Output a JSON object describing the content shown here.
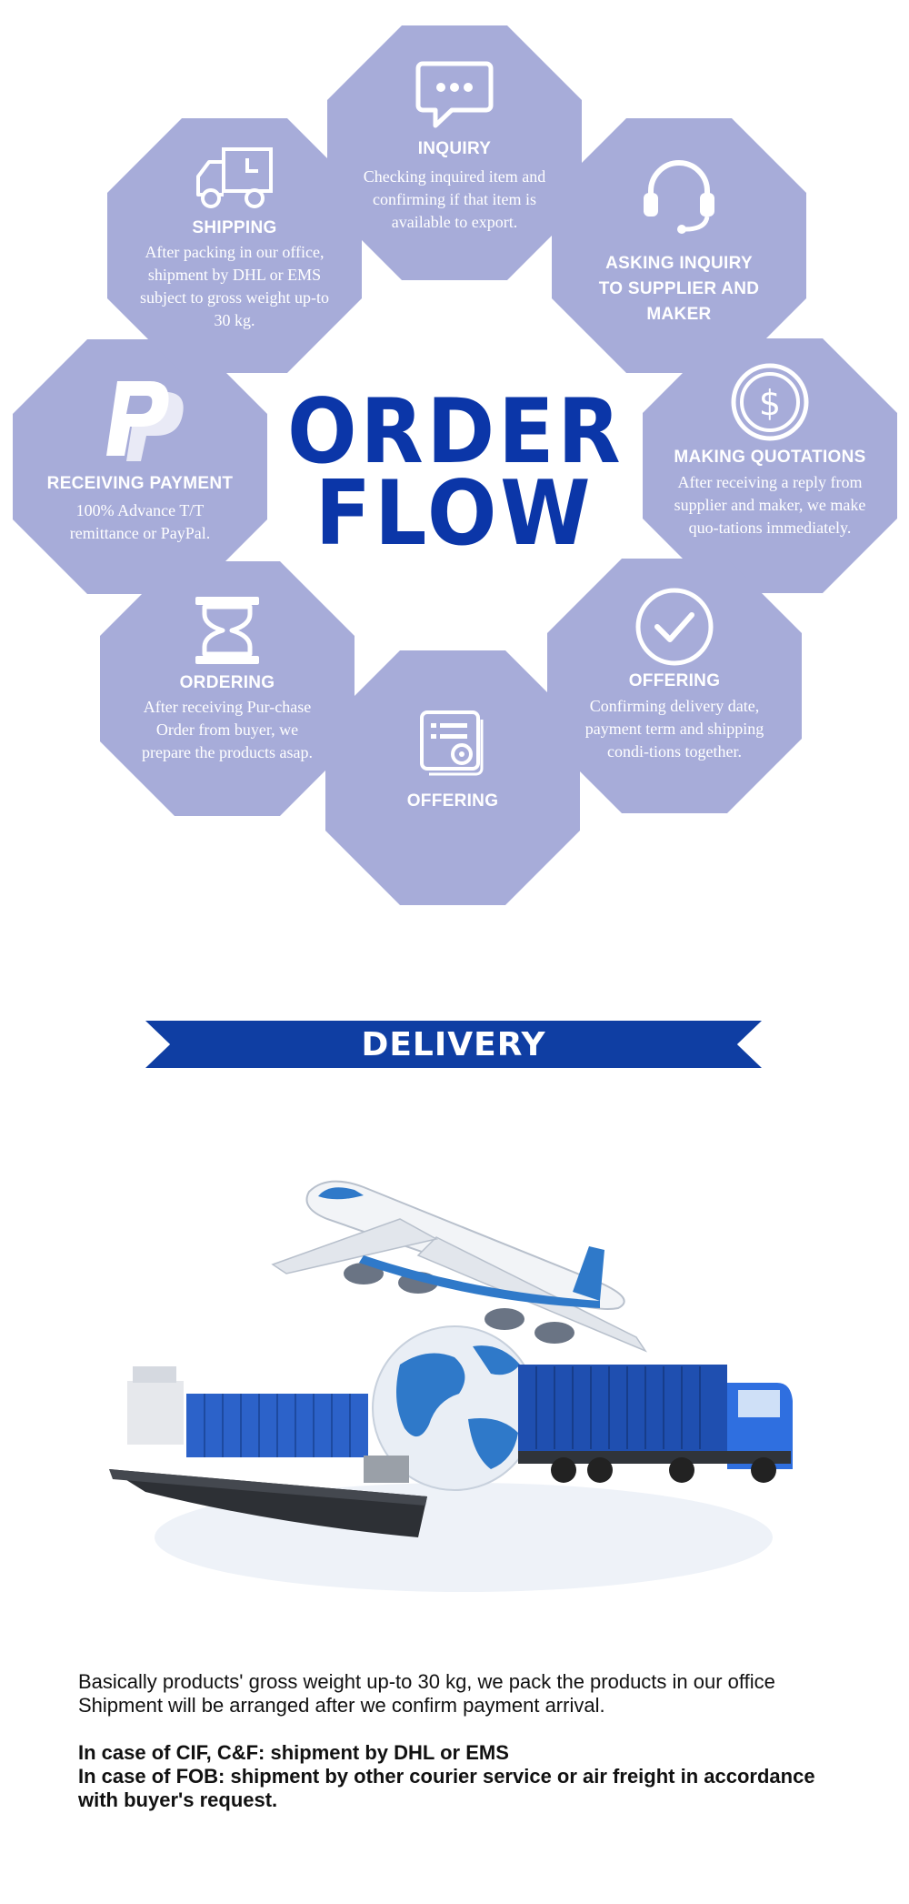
{
  "center": {
    "line1": "ORDER",
    "line2": "FLOW"
  },
  "steps": [
    {
      "title": "INQUIRY",
      "desc": "Checking inquired item and confirming if that item is available to export.",
      "icon": "chat-bubble-icon"
    },
    {
      "title": "ASKING INQUIRY TO SUPPLIER AND MAKER",
      "desc": "",
      "icon": "headset-icon"
    },
    {
      "title": "MAKING QUOTATIONS",
      "desc": "After receiving a reply from supplier and maker, we make quo-tations immediately.",
      "icon": "dollar-icon"
    },
    {
      "title": "OFFERING",
      "desc": "Confirming delivery date, payment term and shipping condi-tions together.",
      "icon": "checkmark-icon"
    },
    {
      "title": "OFFERING",
      "desc": "",
      "icon": "certificate-icon"
    },
    {
      "title": "ORDERING",
      "desc": "After receiving Pur-chase Order from buyer, we prepare the products asap.",
      "icon": "hourglass-icon"
    },
    {
      "title": "RECEIVING PAYMENT",
      "desc": "100% Advance T/T remittance or PayPal.",
      "icon": "paypal-icon"
    },
    {
      "title": "SHIPPING",
      "desc": "After packing in our office, shipment by DHL or EMS subject to gross weight up-to 30 kg.",
      "icon": "truck-icon"
    }
  ],
  "banner": {
    "label": "DELIVERY"
  },
  "delivery_text": {
    "line1": "Basically products'  gross weight up-to 30 kg, we pack the products in our office",
    "line2": "Shipment will be arranged after we confirm payment arrival.",
    "line3": "In case of CIF, C&F: shipment by DHL or EMS",
    "line4": "In case of FOB: shipment by other courier service or air freight in accordance with buyer's request."
  },
  "colors": {
    "octagon": "#a7acd9",
    "brand_blue": "#0b36a8",
    "banner_blue": "#0f3ea3"
  }
}
